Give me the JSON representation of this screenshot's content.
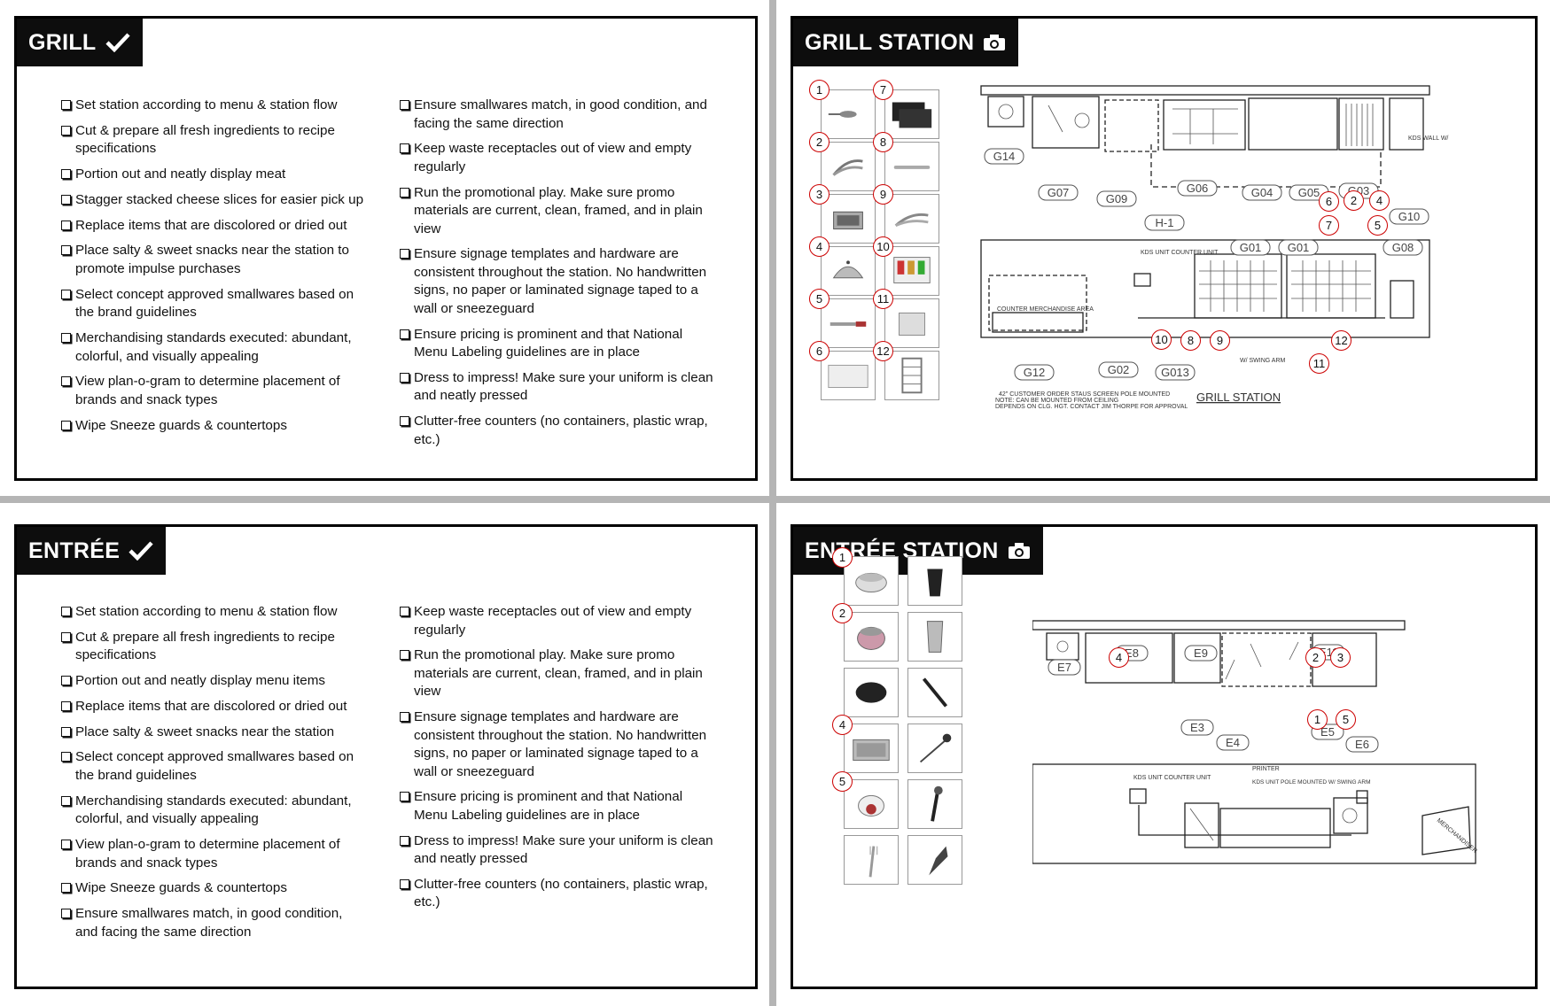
{
  "grill_checklist": {
    "title": "GRILL",
    "left_items": [
      "Set station according to menu & station flow",
      "Cut & prepare all fresh ingredients to recipe specifications",
      "Portion out and neatly display meat",
      "Stagger stacked cheese slices for easier pick up",
      "Replace items that are discolored or dried out",
      "Place salty & sweet snacks near the station to promote impulse purchases",
      "Select concept approved smallwares based on the brand guidelines",
      "Merchandising standards executed: abundant, colorful, and visually appealing",
      "View plan-o-gram to determine placement of brands and snack types",
      "Wipe Sneeze guards & countertops"
    ],
    "right_items": [
      "Ensure smallwares match, in good condition, and facing the same direction",
      "Keep waste receptacles out of view and empty regularly",
      "Run the promotional play. Make sure promo materials are current, clean, framed, and in plain view",
      "Ensure signage templates and hardware are consistent throughout the station. No handwritten signs, no paper or laminated signage taped to a wall or sneezeguard",
      "Ensure pricing is prominent and that National Menu Labeling guidelines are in place",
      "Dress to impress! Make sure your uniform is clean and neatly pressed",
      "Clutter-free counters (no containers, plastic wrap, etc.)"
    ]
  },
  "entree_checklist": {
    "title": "ENTRÉE",
    "left_items": [
      "Set station according to menu & station flow",
      "Cut & prepare all fresh ingredients to recipe specifications",
      "Portion out and neatly display menu items",
      "Replace items that are discolored or dried out",
      "Place salty & sweet snacks near the station",
      "Select concept approved smallwares based on the brand guidelines",
      "Merchandising standards executed: abundant, colorful, and visually appealing",
      "View plan-o-gram to determine placement of brands and snack types",
      "Wipe Sneeze guards & countertops",
      "Ensure smallwares match, in good condition, and facing the same direction"
    ],
    "right_items": [
      "Keep waste receptacles out of view and empty regularly",
      "Run the promotional play. Make sure promo materials are current, clean, framed, and in plain view",
      "Ensure signage templates and hardware are consistent throughout the station. No handwritten signs, no paper or laminated signage taped to a wall or sneezeguard",
      "Ensure pricing is prominent and that National Menu Labeling guidelines are in place",
      "Dress to impress! Make sure your uniform is clean and neatly pressed",
      "Clutter-free counters (no containers, plastic wrap, etc.)"
    ]
  },
  "grill_station": {
    "title": "GRILL STATION",
    "thumb_numbers": [
      "1",
      "2",
      "3",
      "4",
      "5",
      "6",
      "7",
      "8",
      "9",
      "10",
      "11",
      "12"
    ],
    "equipment_labels": [
      "G14",
      "G07",
      "G09",
      "G06",
      "G04",
      "G05",
      "G03",
      "G10",
      "H-1",
      "G01",
      "G01",
      "G08",
      "G12",
      "G02",
      "G013"
    ],
    "plan_markers": [
      "6",
      "2",
      "4",
      "7",
      "5",
      "10",
      "8",
      "9",
      "12",
      "11"
    ],
    "kds_label": "KDS UNIT COUNTER UNIT",
    "kds_wall_label": "KDS WALL W/",
    "merch_label": "COUNTER MERCHANDISE AREA",
    "swing_arm_label": "W/ SWING ARM",
    "note_line1": "42\" CUSTOMER ORDER STAUS SCREEN POLE MOUNTED",
    "note_line2": "NOTE: CAN BE MOUNTED FROM CEILING",
    "note_line3": "DEPENDS ON CLG. HGT. CONTACT JIM THORPE FOR APPROVAL",
    "plan_caption": "GRILL STATION"
  },
  "entree_station": {
    "title": "ENTRÉE STATION",
    "thumb_numbers": [
      "1",
      "2",
      "4",
      "5"
    ],
    "equipment_labels": [
      "E7",
      "E8",
      "E9",
      "E11",
      "E3",
      "E4",
      "E5",
      "E6"
    ],
    "plan_markers": [
      "4",
      "2",
      "3",
      "1",
      "5"
    ],
    "kds_label": "KDS UNIT COUNTER UNIT",
    "printer_label": "PRINTER",
    "kds_pole_label": "KDS UNIT POLE MOUNTED W/ SWING ARM",
    "merch_label": "MERCHANDISER"
  },
  "icons": {
    "check": "checkmark-icon",
    "camera": "camera-icon"
  },
  "colors": {
    "tab_bg": "#0d0d0d",
    "marker": "#cc0000",
    "page_bg": "#b5b5b5"
  }
}
